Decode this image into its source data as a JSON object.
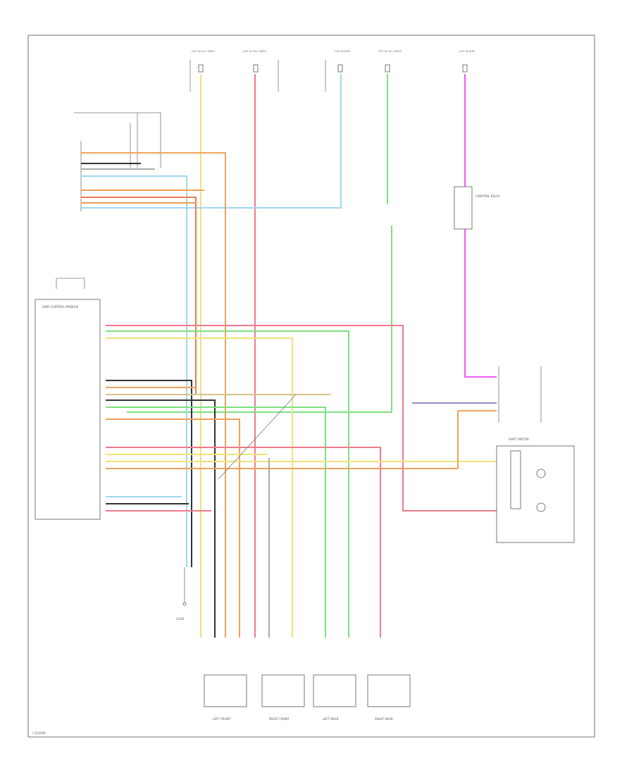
{
  "diagram": {
    "colors": {
      "yellow": "#f2e07a",
      "orange": "#f0a15a",
      "red": "#f07a8a",
      "green": "#7fe07f",
      "blue": "#9fd8f0",
      "magenta": "#f05cf0",
      "violet": "#8f8fc0",
      "black": "#333333",
      "tan": "#d8c08a",
      "gray": "#aaaaaa",
      "frame": "#888888"
    },
    "fuses": [
      {
        "id": "fuse-1",
        "label": "HOT AT ALL TIMES"
      },
      {
        "id": "fuse-2",
        "label": "HOT AT ALL TIMES"
      },
      {
        "id": "fuse-3",
        "label": "HOT IN RUN"
      },
      {
        "id": "fuse-4",
        "label": "HOT AT ALL TIMES"
      },
      {
        "id": "fuse-5",
        "label": "HOT IN RUN"
      }
    ],
    "components": {
      "hec_module": {
        "name": "4WD CONTROL MODULE"
      },
      "relay_box": {
        "name": "CONTROL RELAY"
      },
      "shift_motor": {
        "name": "SHIFT MOTOR"
      },
      "speakers": [
        {
          "label": "LEFT FRONT"
        },
        {
          "label": "RIGHT FRONT"
        },
        {
          "label": "LEFT REAR"
        },
        {
          "label": "RIGHT REAR"
        }
      ],
      "ground": {
        "label": "G100"
      }
    },
    "footer": {
      "code": "I 123456"
    }
  }
}
